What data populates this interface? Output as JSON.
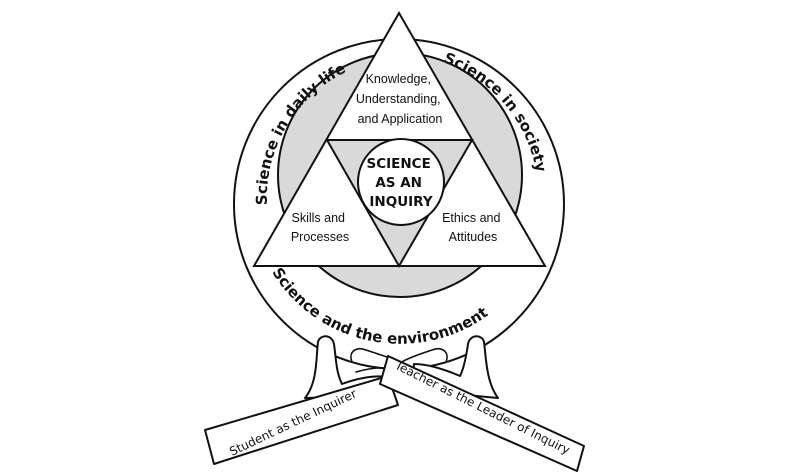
{
  "outer_ring": {
    "top_left": "Science in daily life",
    "top_right": "Science in society",
    "bottom": "Science and the environment"
  },
  "triangle": {
    "top_lines": [
      "Knowledge,",
      "Understanding,",
      "and Application"
    ],
    "left_lines": [
      "Skills and",
      "Processes"
    ],
    "right_lines": [
      "Ethics and",
      "Attitudes"
    ]
  },
  "center_lines": [
    "SCIENCE",
    "AS AN",
    "INQUIRY"
  ],
  "ribbons": {
    "left": "Student as the Inquirer",
    "right": "Teacher as the Leader of Inquiry"
  },
  "colors": {
    "ink": "#111111",
    "band_fill": "#d9d9d9",
    "paper": "#ffffff"
  }
}
